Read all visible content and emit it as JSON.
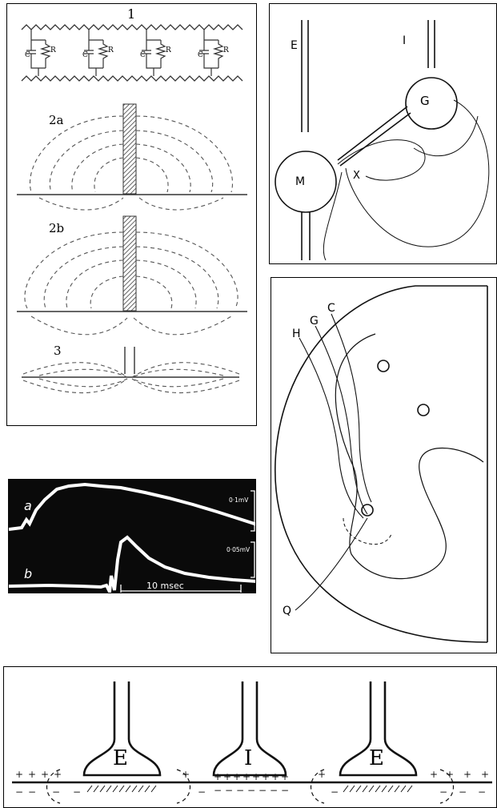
{
  "panel1": {
    "fig_labels": {
      "circuit": "1",
      "field_a": "2a",
      "field_b": "2b",
      "field_3": "3"
    },
    "circuit_labels": {
      "capacitor": "C",
      "resistor": "R"
    }
  },
  "panel2": {
    "labels": {
      "E": "E",
      "I": "I",
      "G": "G",
      "M": "M",
      "X": "X"
    }
  },
  "panel3": {
    "labels": {
      "C": "C",
      "G": "G",
      "H": "H",
      "Q": "Q"
    }
  },
  "panel4": {
    "trace_a": "a",
    "trace_b": "b",
    "scale_a": "0·1mV",
    "scale_b": "0·05mV",
    "time_scale": "10 msec"
  },
  "panel5": {
    "labels": {
      "left": "E",
      "middle": "I",
      "right": "E"
    }
  }
}
